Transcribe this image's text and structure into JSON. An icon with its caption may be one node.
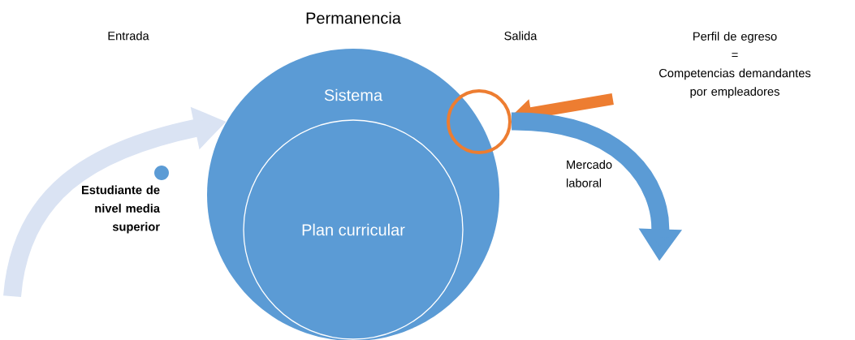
{
  "diagram": {
    "title": "Permanencia",
    "nodes": [
      {
        "text": [
          "Sistema"
        ]
      },
      {
        "text": [
          "Plan curricular"
        ],
        "in": 0
      },
      {
        "text": [],
        "shape": "circle"
      },
      {
        "text": [
          "Perfil de egreso",
          "=",
          "Competencias demandantes por empleadores"
        ]
      }
    ],
    "edges": [
      {
        "from": null,
        "to": 0,
        "arrow": "to",
        "color": "#dae3f3"
      },
      {
        "from": 3,
        "to": 2,
        "arrow": "to",
        "color": "#ed7d31"
      },
      {
        "from": 2,
        "to": null,
        "arrow": "to",
        "color": "#5b9bd5"
      }
    ],
    "labels": [
      "Entrada",
      "Salida",
      "Estudiante de nivel media superior",
      "Mercado laboral"
    ]
  }
}
